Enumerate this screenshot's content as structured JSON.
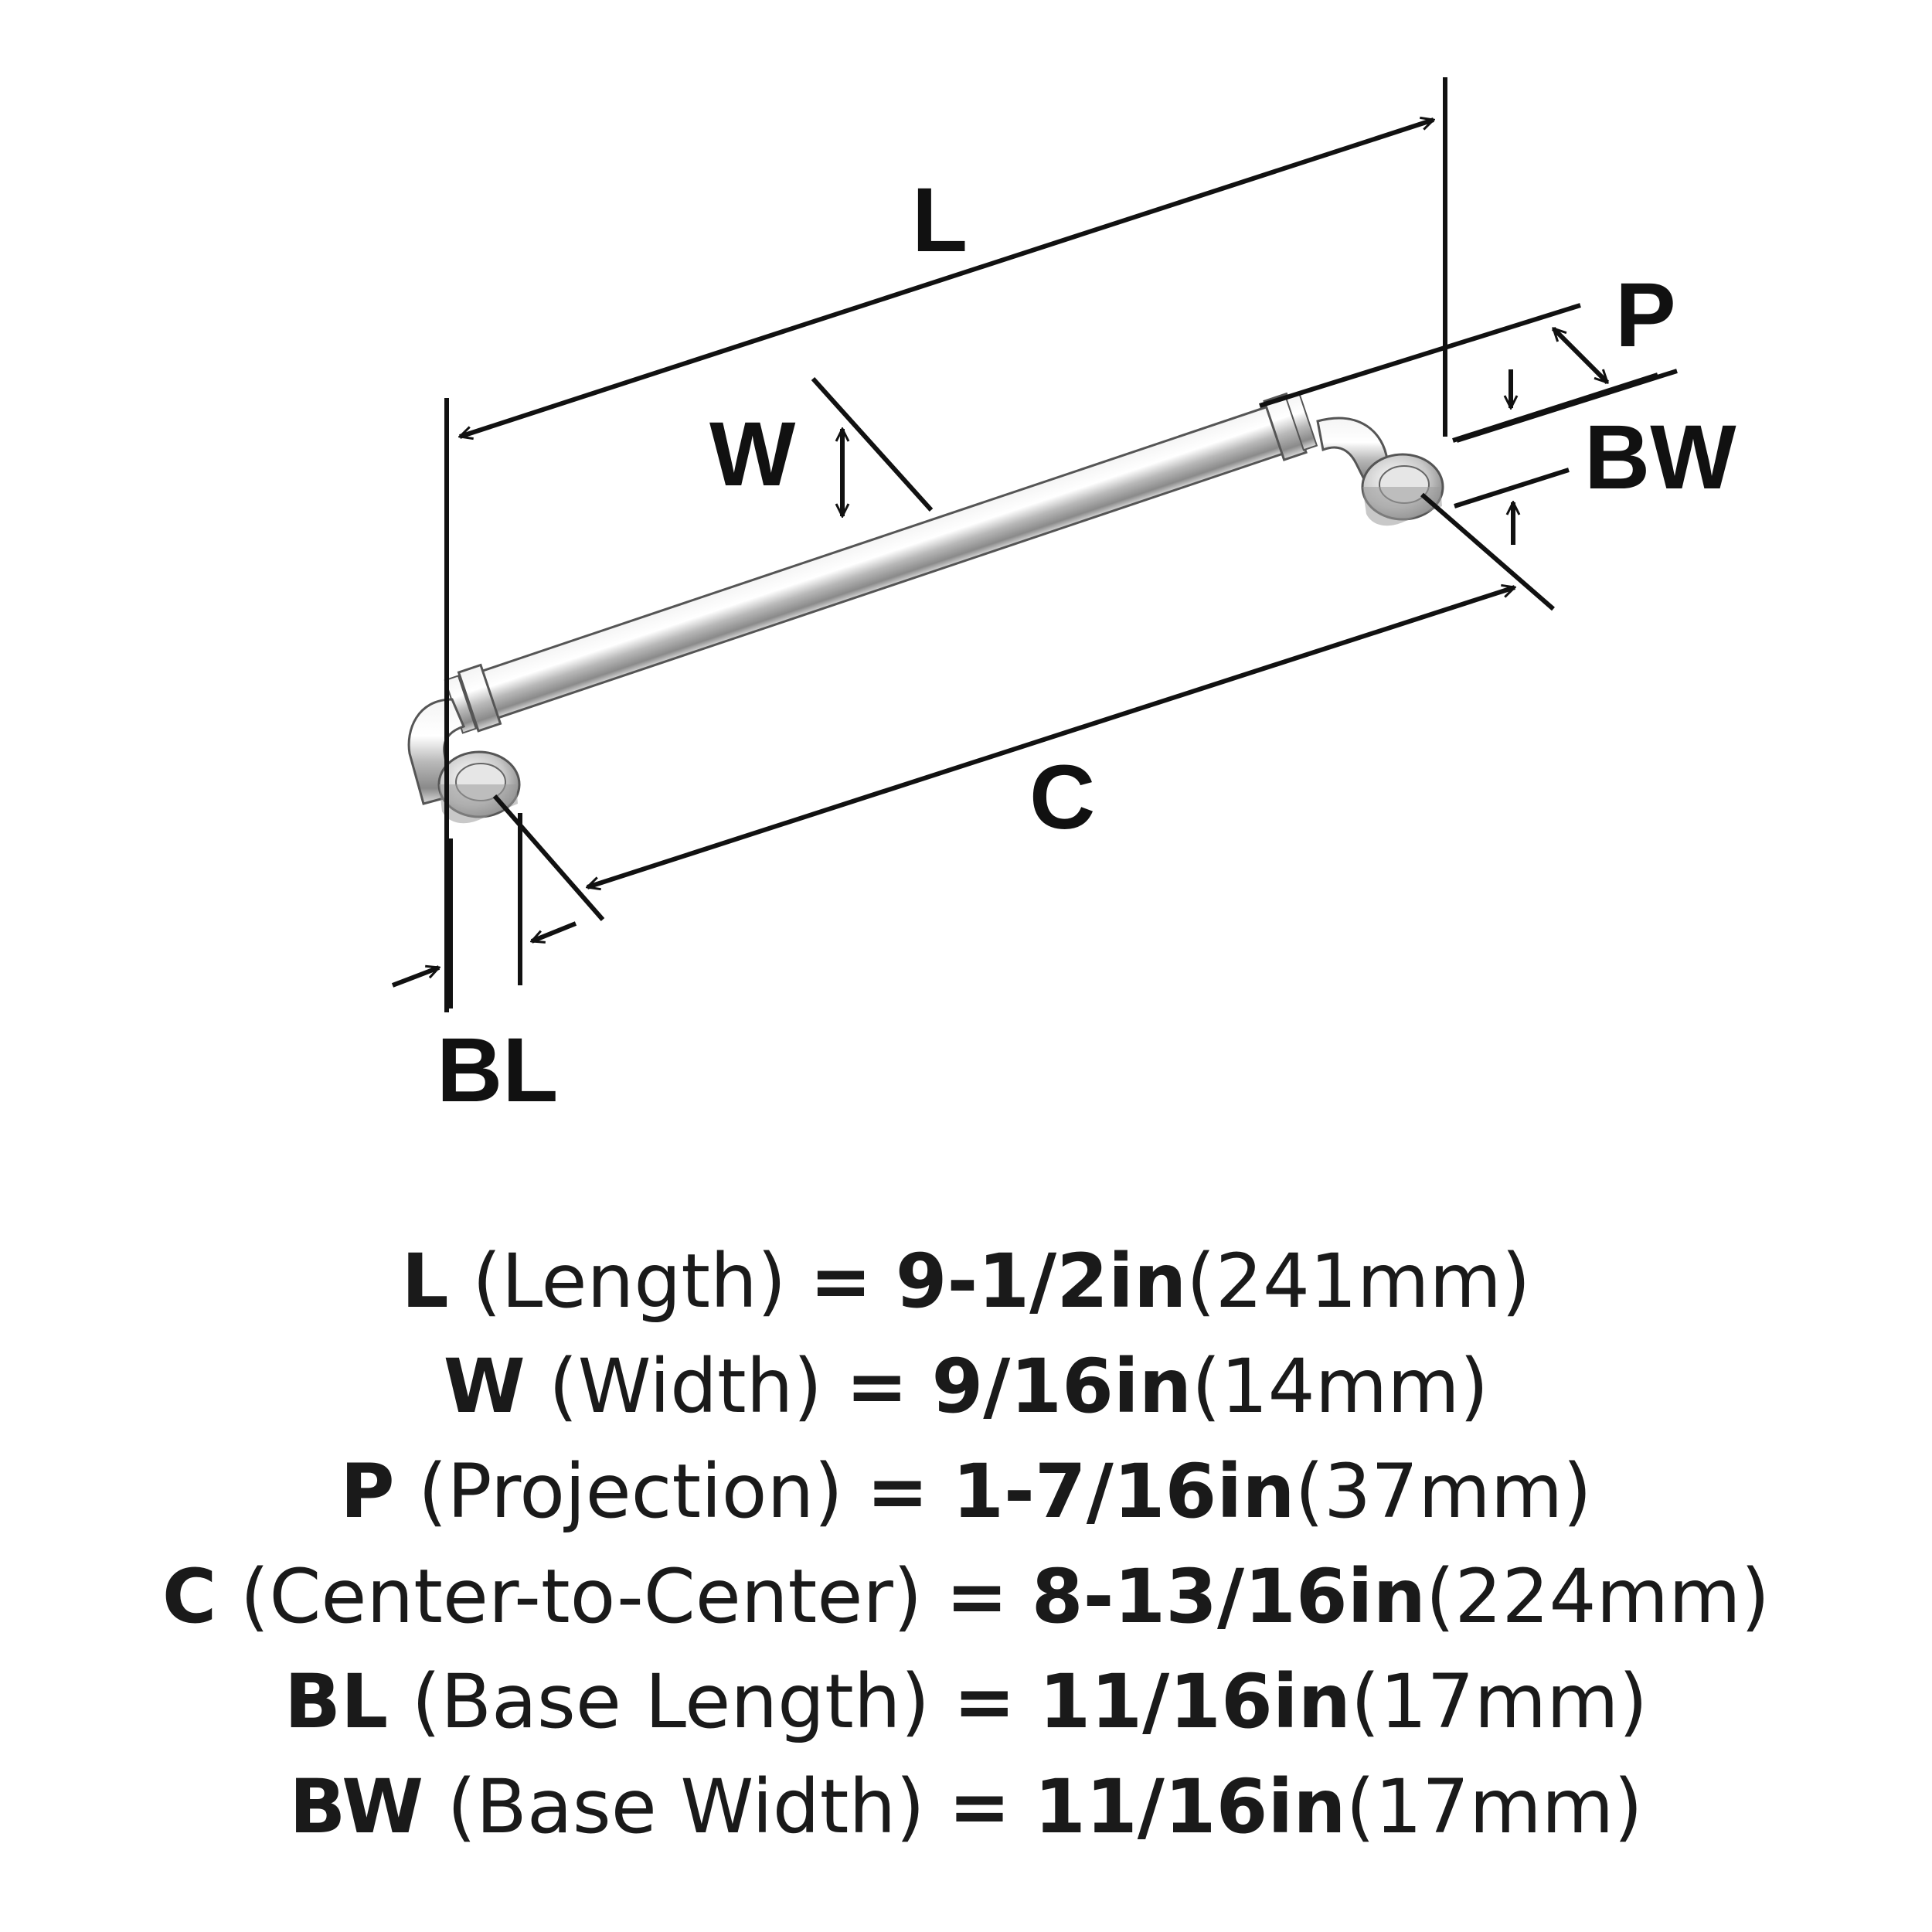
{
  "diagram": {
    "labels": {
      "L": "L",
      "W": "W",
      "P": "P",
      "BW": "BW",
      "C": "C",
      "BL": "BL"
    }
  },
  "specs": [
    {
      "symbol": "L",
      "name": "(Length)",
      "equals": "=",
      "imperial": "9-1/2in",
      "metric": "(241mm)"
    },
    {
      "symbol": "W",
      "name": "(Width)",
      "equals": "=",
      "imperial": "9/16in",
      "metric": "(14mm)"
    },
    {
      "symbol": "P",
      "name": "(Projection)",
      "equals": "=",
      "imperial": "1-7/16in",
      "metric": "(37mm)"
    },
    {
      "symbol": "C",
      "name": "(Center-to-Center)",
      "equals": "=",
      "imperial": "8-13/16in",
      "metric": "(224mm)"
    },
    {
      "symbol": "BL",
      "name": "(Base Length)",
      "equals": "=",
      "imperial": "11/16in",
      "metric": "(17mm)"
    },
    {
      "symbol": "BW",
      "name": "(Base Width)",
      "equals": "=",
      "imperial": "11/16in",
      "metric": "(17mm)"
    }
  ]
}
